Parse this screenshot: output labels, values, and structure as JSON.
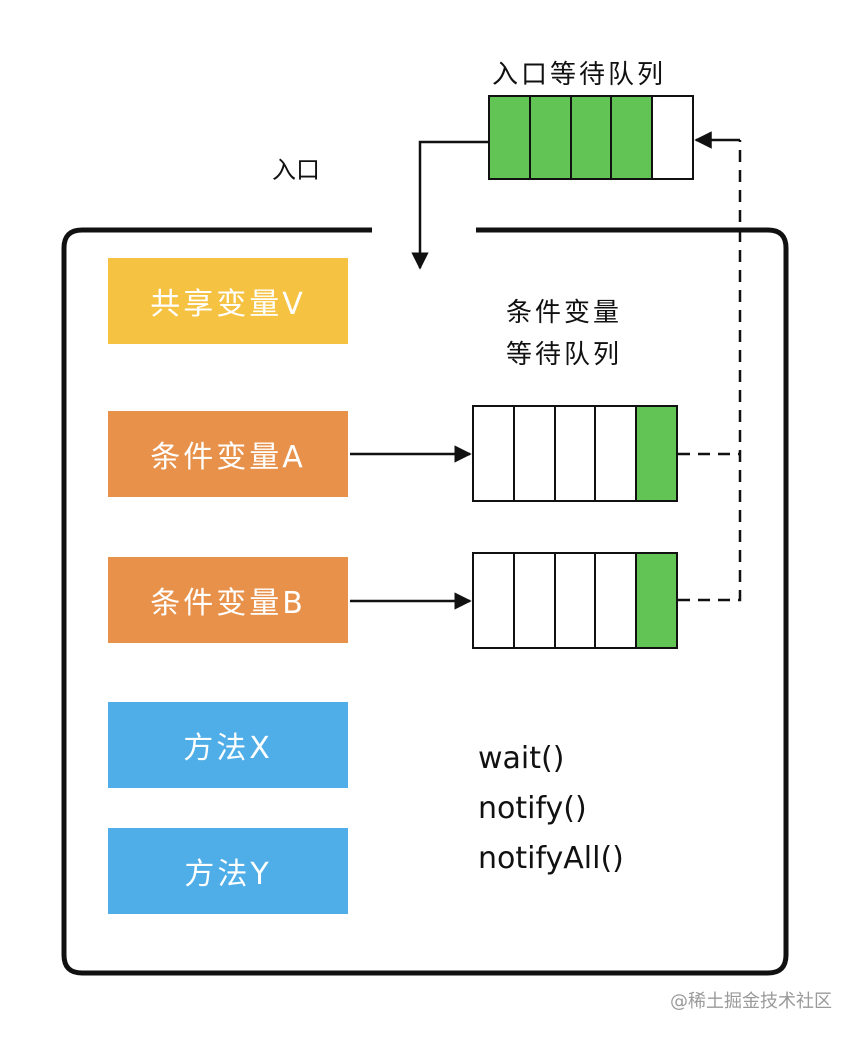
{
  "entry_label": "入口",
  "entry_queue": {
    "title": "入口等待队列",
    "cells": [
      true,
      true,
      true,
      true,
      false
    ]
  },
  "condition_queue_title": [
    "条件变量",
    "等待队列"
  ],
  "shared_variable": {
    "label": "共享变量V",
    "color": "#F5C242"
  },
  "condition_a": {
    "label": "条件变量A",
    "color": "#E8914A",
    "cells": [
      false,
      false,
      false,
      false,
      true
    ]
  },
  "condition_b": {
    "label": "条件变量B",
    "color": "#E8914A",
    "cells": [
      false,
      false,
      false,
      false,
      true
    ]
  },
  "method_x": {
    "label": "方法X",
    "color": "#4FAEE8"
  },
  "method_y": {
    "label": "方法Y",
    "color": "#4FAEE8"
  },
  "methods": [
    "wait()",
    "notify()",
    "notifyAll()"
  ],
  "queue_fill_color": "#62C454",
  "watermark": "@稀土掘金技术社区"
}
